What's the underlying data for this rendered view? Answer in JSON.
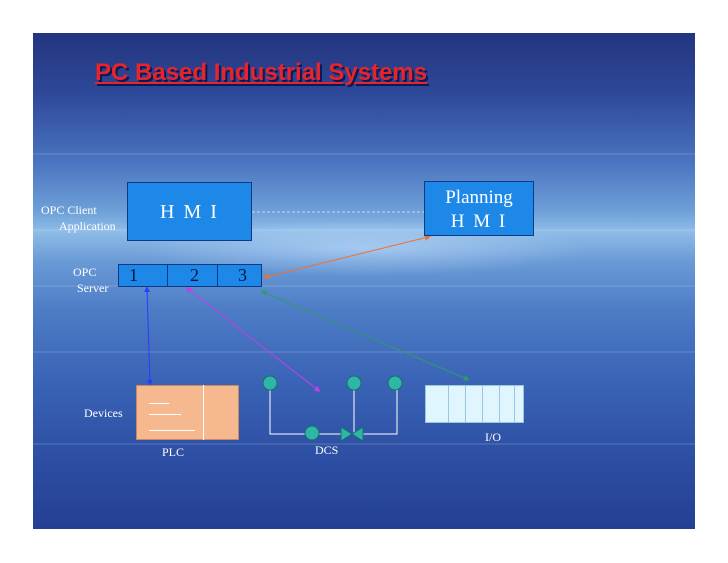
{
  "title": "PC Based Industrial Systems",
  "labels": {
    "opc_client_line1": "OPC  Client",
    "opc_client_line2": "Application",
    "opc_server_line1": "OPC",
    "opc_server_line2": "Server",
    "devices": "Devices",
    "plc": "PLC",
    "dcs": "DCS",
    "io": "I/O"
  },
  "hmi_box": "H M I",
  "planning_box": {
    "line1": "Planning",
    "line2": "H M I"
  },
  "server_slots": [
    "1",
    "2",
    "3"
  ],
  "colors": {
    "title": "#e8232a",
    "box_fill": "#1e88e8",
    "plc_fill": "#f6b98f",
    "io_fill": "#dff6ff",
    "dcs_node": "#2fb6a8",
    "arrow_plc": "#2b3cff",
    "arrow_dcs": "#c83ce8",
    "arrow_io": "#2f9a6a",
    "arrow_planning": "#f07030"
  }
}
